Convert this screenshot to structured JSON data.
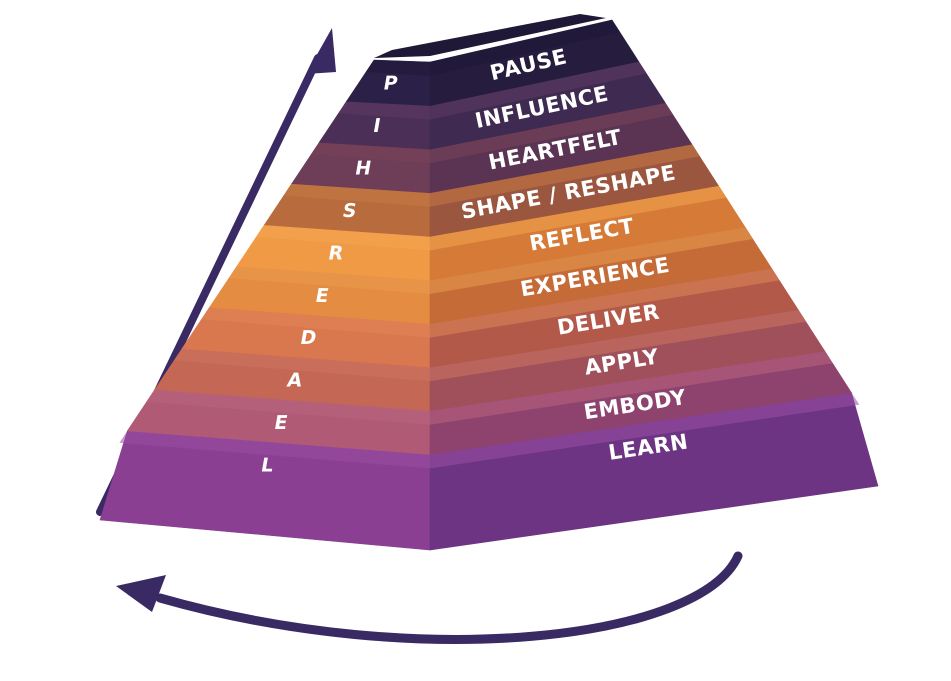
{
  "tiers": [
    {
      "label": "PAUSE",
      "letter": "P",
      "front": "#2b2148",
      "side": "#251c3e",
      "top": "#1f1836"
    },
    {
      "label": "INFLUENCE",
      "letter": "I",
      "front": "#4c2f57",
      "side": "#3f2a51",
      "top": "#5c3a63"
    },
    {
      "label": "HEARTFELT",
      "letter": "H",
      "front": "#6e3d57",
      "side": "#5a3452",
      "top": "#7a4458"
    },
    {
      "label": "SHAPE / RESHAPE",
      "letter": "S",
      "front": "#b86b3c",
      "side": "#9b5640",
      "top": "#c47a43"
    },
    {
      "label": "REFLECT",
      "letter": "R",
      "front": "#f19a45",
      "side": "#d57a37",
      "top": "#f3a550"
    },
    {
      "label": "EXPERIENCE",
      "letter": "E",
      "front": "#e58c43",
      "side": "#c56b38",
      "top": "#ea9a4d"
    },
    {
      "label": "DELIVER",
      "letter": "D",
      "front": "#d9774f",
      "side": "#b2594a",
      "top": "#e08656"
    },
    {
      "label": "APPLY",
      "letter": "A",
      "front": "#c46755",
      "side": "#a0505a",
      "top": "#cd7461"
    },
    {
      "label": "EMBODY",
      "letter": "E",
      "front": "#b05a76",
      "side": "#8e426e",
      "top": "#b9667f"
    },
    {
      "label": "LEARN",
      "letter": "L",
      "front": "#8a3f92",
      "side": "#6d3483",
      "top": "#9a4ea2"
    }
  ],
  "arrow_color": "#3a2a63"
}
